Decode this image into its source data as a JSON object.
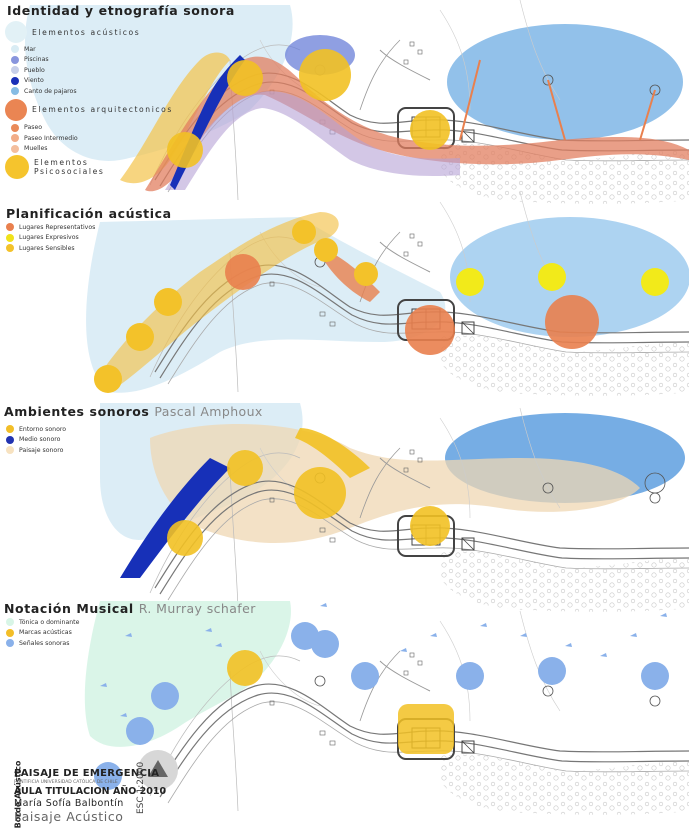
{
  "panels": [
    {
      "title": "Identidad y etnografía sonora",
      "subtitle": "",
      "legend": [
        {
          "label": "Elementos acústicos",
          "color": "#e2f1f6",
          "size": 22,
          "big": true
        },
        {
          "label": "Mar",
          "color": "#d9ecf4",
          "size": 8
        },
        {
          "label": "Piscinas",
          "color": "#8895dd",
          "size": 8
        },
        {
          "label": "Pueblo",
          "color": "#c7cfe9",
          "size": 8
        },
        {
          "label": "Viento",
          "color": "#1a30b8",
          "size": 8
        },
        {
          "label": "Canto de pajaros",
          "color": "#86bce4",
          "size": 8
        },
        {
          "label": "Elementos arquitectonicos",
          "color": "#ea8553",
          "size": 22,
          "big": true
        },
        {
          "label": "Paseo",
          "color": "#e98a59",
          "size": 8
        },
        {
          "label": "Paseo Intermedio",
          "color": "#f2ad88",
          "size": 8
        },
        {
          "label": "Muelles",
          "color": "#f4be9d",
          "size": 8
        },
        {
          "label": "Elementos Psicosociales",
          "color": "#f5c42d",
          "size": 22,
          "big": true
        }
      ]
    },
    {
      "title": "Planificación acústica",
      "subtitle": "",
      "legend": [
        {
          "label": "Lugares Representativos",
          "color": "#e9804e",
          "size": 8
        },
        {
          "label": "Lugares Expresivos",
          "color": "#f0e21a",
          "size": 8
        },
        {
          "label": "Lugares Sensibles",
          "color": "#f3c22a",
          "size": 8
        }
      ]
    },
    {
      "title": "Ambientes sonoros",
      "subtitle": "Pascal Amphoux",
      "legend": [
        {
          "label": "Entorno sonoro",
          "color": "#f2be28",
          "size": 8
        },
        {
          "label": "Medio sonoro",
          "color": "#2233b0",
          "size": 8
        },
        {
          "label": "Paisaje sonoro",
          "color": "#f7e2c0",
          "size": 8
        }
      ]
    },
    {
      "title": "Notación Musical",
      "subtitle": "R. Murray schafer",
      "legend": [
        {
          "label": "Tónica o dominante",
          "color": "#d8f5e6",
          "size": 8
        },
        {
          "label": "Marcas acústicas",
          "color": "#f3be28",
          "size": 8
        },
        {
          "label": "Señales sonoras",
          "color": "#8ab1ea",
          "size": 8
        }
      ]
    }
  ],
  "credits": {
    "vertical": "Borde Acústico",
    "line1": "PAISAJE DE EMERGENCIA",
    "line2": "PONTIFICIA UNIVERSIDAD CATÓLICA DE CHILE",
    "line3": "AULA TITULACION AÑO 2010",
    "line4": "María Sofía Balbontín",
    "line5": "Paisaje Acústico",
    "scale": "ESC 1:2000"
  }
}
